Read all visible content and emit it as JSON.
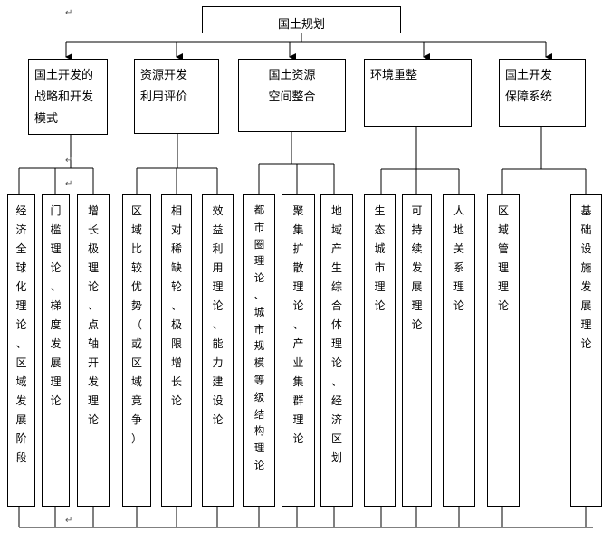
{
  "root": "国土规划",
  "branches": [
    {
      "id": "b1",
      "label_lines": [
        "国土开发的",
        "战略和开发",
        "模式"
      ],
      "leaves": [
        {
          "id": "b1l1",
          "text": "经济全球化理论、区域发展阶段"
        },
        {
          "id": "b1l2",
          "text": "门槛理论、梯度发展理论"
        },
        {
          "id": "b1l3",
          "text": "增长极理论、点轴开发理论"
        }
      ]
    },
    {
      "id": "b2",
      "label_lines": [
        "资源开发",
        "利用评价"
      ],
      "leaves": [
        {
          "id": "b2l1",
          "text": "区域比较优势（或区域竞争）"
        },
        {
          "id": "b2l2",
          "text": "相对稀缺轮、极限增长论"
        },
        {
          "id": "b2l3",
          "text": "效益利用理论、能力建设论"
        }
      ]
    },
    {
      "id": "b3",
      "label_lines": [
        "国土资源",
        "空间整合"
      ],
      "leaves": [
        {
          "id": "b3l1",
          "text": "都市圈理论、城市规模等级结构理论"
        },
        {
          "id": "b3l2",
          "text": "聚集扩散理论、产业集群理论"
        },
        {
          "id": "b3l3",
          "text": "地域产生综合体理论、经济区划"
        }
      ]
    },
    {
      "id": "b4",
      "label_lines": [
        "环境重整"
      ],
      "leaves": [
        {
          "id": "b4l1",
          "text": "生态城市理论"
        },
        {
          "id": "b4l2",
          "text": "可持续发展理论"
        },
        {
          "id": "b4l3",
          "text": "人地关系理论"
        }
      ]
    },
    {
      "id": "b5",
      "label_lines": [
        "国土开发",
        "保障系统"
      ],
      "leaves": [
        {
          "id": "b5l1",
          "text": "区域管理理论"
        },
        {
          "id": "b5l2",
          "text": "基础设施发展理论"
        }
      ]
    }
  ]
}
